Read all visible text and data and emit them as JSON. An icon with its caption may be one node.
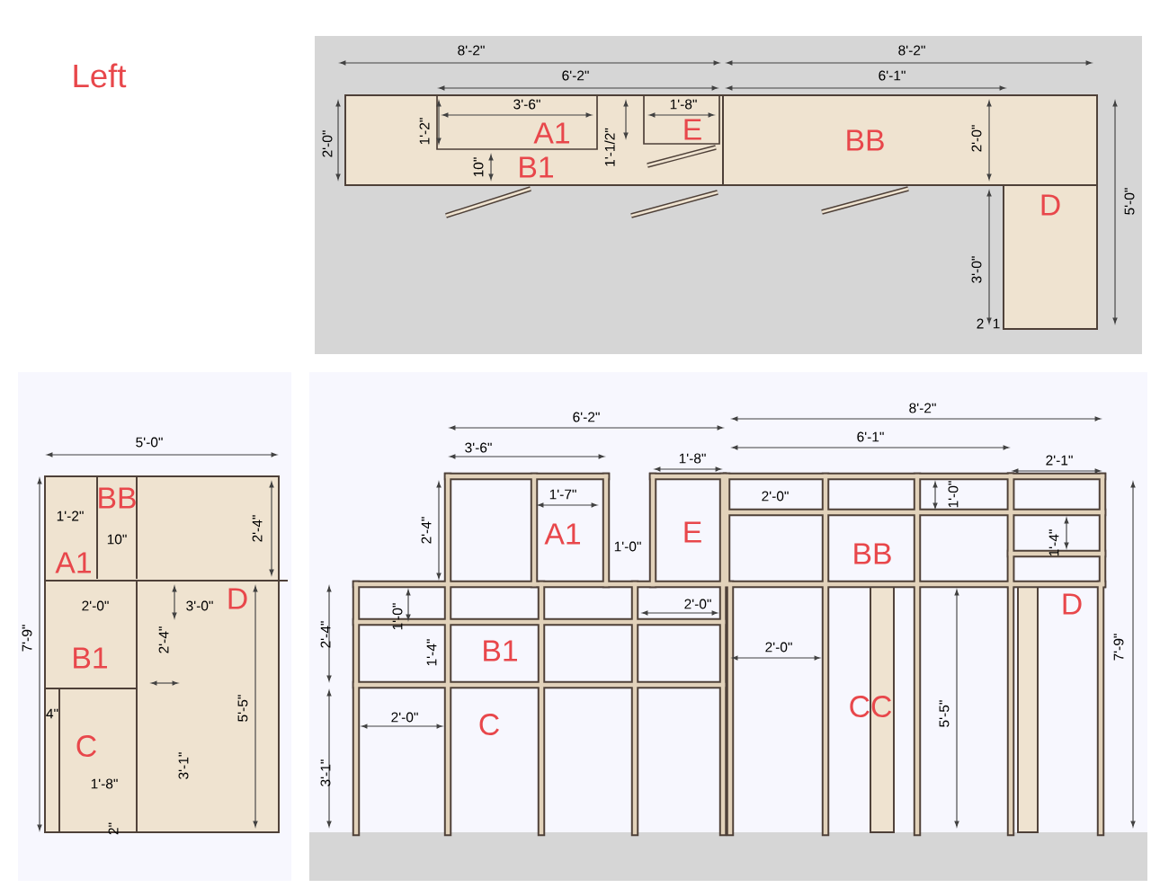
{
  "diagram": {
    "title": "Left",
    "labels": [
      "8'-2\"",
      "8'-2\"",
      "6'-2\"",
      "6'-1\"",
      "3'-6\"",
      "1'-8\"",
      "A1",
      "E",
      "2'-0\"",
      "1'-2\"",
      "1'-1/2\"",
      "BB",
      "2'-0\"",
      "10\"",
      "B1",
      "D",
      "5'-0\"",
      "3'-0\"",
      "2",
      "1",
      "5'-0\"",
      "BB",
      "1'-2\"",
      "2'-4\"",
      "10\"",
      "A1",
      "D",
      "2'-0\"",
      "3'-0\"",
      "7'-9\"",
      "2'-4\"",
      "B1",
      "5'-5\"",
      "4\"",
      "C",
      "3'-1\"",
      "1'-8\"",
      "2\"",
      "8'-2\"",
      "6'-2\"",
      "6'-1\"",
      "3'-6\"",
      "1'-8\"",
      "2'-1\"",
      "1'-7\"",
      "2'-0\"",
      "1'-0\"",
      "2'-4\"",
      "A1",
      "E",
      "BB",
      "1'-0\"",
      "1'-4\"",
      "1'-0\"",
      "2'-0\"",
      "D",
      "2'-4\"",
      "1'-4\"",
      "B1",
      "2'-0\"",
      "CC",
      "5'-5\"",
      "7'-9\"",
      "C",
      "2'-0\"",
      "3'-1\""
    ]
  }
}
